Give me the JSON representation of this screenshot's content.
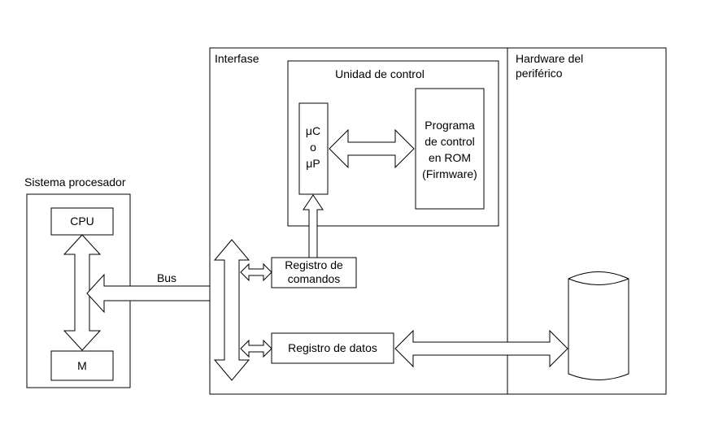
{
  "labels": {
    "sistema_procesador": "Sistema procesador",
    "cpu": "CPU",
    "memoria": "M",
    "bus": "Bus",
    "interfase": "Interfase",
    "unidad_control": "Unidad de control",
    "micro_lines": [
      "μC",
      "o",
      "μP"
    ],
    "programa_lines": [
      "Programa",
      "de control",
      "en ROM",
      "(Firmware)"
    ],
    "registro_comandos_lines": [
      "Registro de",
      "comandos"
    ],
    "registro_datos": "Registro de datos",
    "hardware_lines": [
      "Hardware del",
      "periférico"
    ]
  },
  "colors": {
    "stroke": "#000000",
    "fill": "#ffffff"
  }
}
